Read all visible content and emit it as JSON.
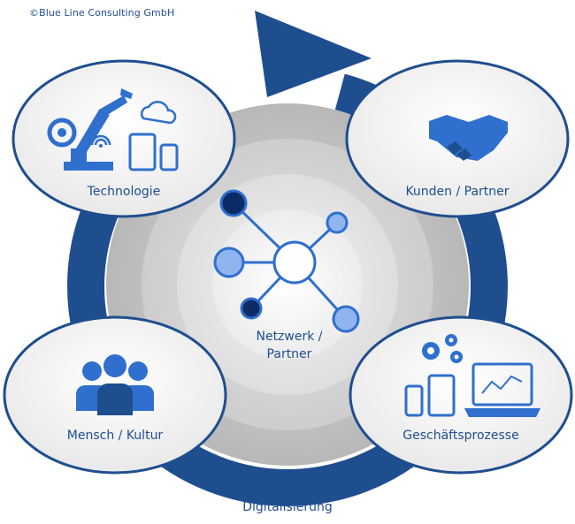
{
  "copyright": "©Blue Line Consulting GmbH",
  "cycle_label": "Digitalisierung",
  "center": {
    "label_line1": "Netzwerk /",
    "label_line2": "Partner",
    "icon": "network-icon"
  },
  "nodes": [
    {
      "label": "Technologie",
      "icon": "technology-icon"
    },
    {
      "label": "Kunden / Partner",
      "icon": "handshake-icon"
    },
    {
      "label": "Mensch / Kultur",
      "icon": "people-icon"
    },
    {
      "label": "Geschäftsprozesse",
      "icon": "business-process-icon"
    }
  ],
  "colors": {
    "brand_blue": "#1f4e8f",
    "icon_blue": "#2f6fce",
    "node_light": "#8fb4f0",
    "node_dark": "#0d2b66"
  }
}
